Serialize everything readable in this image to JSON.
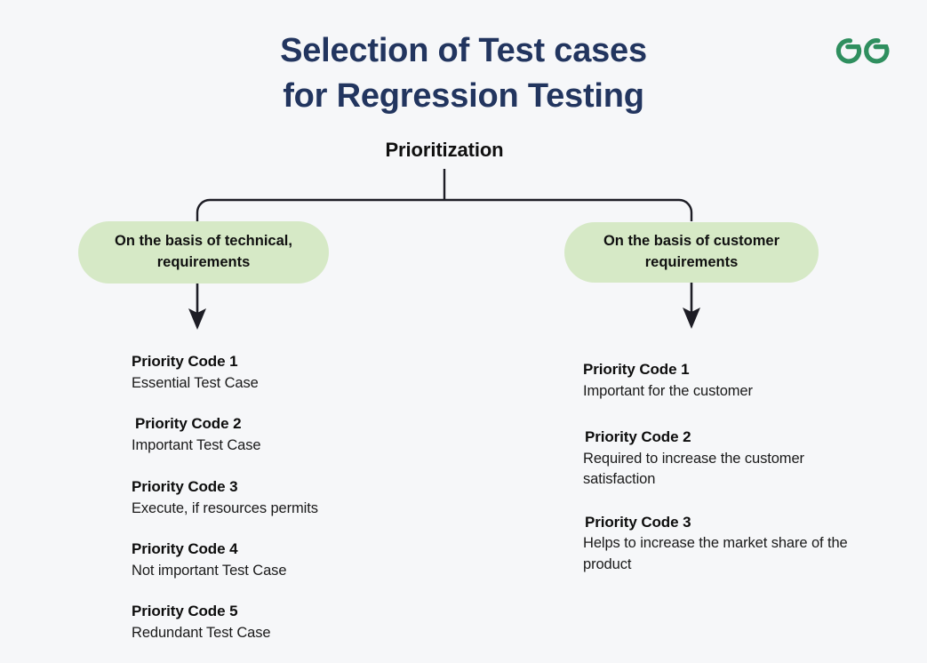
{
  "page": {
    "background_color": "#f6f7f9",
    "title_color": "#22355f",
    "branch_fill_color": "#d6e9c6",
    "connector_color": "#1d1d25",
    "logo_color": "#2f8f5f"
  },
  "logo": {
    "name": "geeksforgeeks-logo",
    "color": "#2f8f5f"
  },
  "title": {
    "line1": "Selection of Test cases",
    "line2": "for Regression Testing",
    "full": "Selection of Test cases for Regression Testing"
  },
  "diagram": {
    "root": {
      "label": "Prioritization"
    },
    "branches": [
      {
        "label_line1": "On the basis of technical,",
        "label_line2": "requirements",
        "label": "On the basis of technical, requirements",
        "items": [
          {
            "code": "Priority Code 1",
            "desc": "Essential Test Case"
          },
          {
            "code": "Priority Code 2",
            "desc": "Important Test Case"
          },
          {
            "code": "Priority Code 3",
            "desc": "Execute, if resources permits"
          },
          {
            "code": "Priority Code 4",
            "desc": "Not important Test Case"
          },
          {
            "code": "Priority Code 5",
            "desc": "Redundant Test Case"
          }
        ]
      },
      {
        "label_line1": "On the basis of customer",
        "label_line2": "requirements",
        "label": "On the basis of customer requirements",
        "items": [
          {
            "code": "Priority Code 1",
            "desc": "Important for the customer"
          },
          {
            "code": "Priority Code 2",
            "desc": "Required to increase the customer satisfaction"
          },
          {
            "code": "Priority Code 3",
            "desc": "Helps to increase the market share of the product"
          }
        ]
      }
    ]
  }
}
